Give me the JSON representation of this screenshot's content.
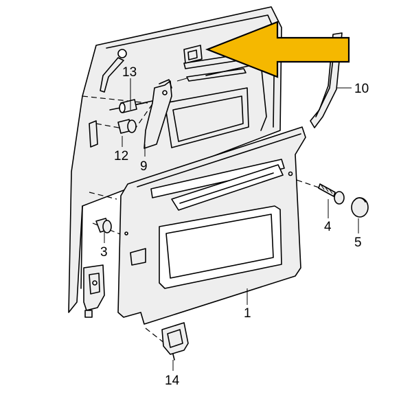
{
  "arrow_color": "#F5B800",
  "callouts": [
    {
      "id": "1",
      "text": "1"
    },
    {
      "id": "3",
      "text": "3"
    },
    {
      "id": "4",
      "text": "4"
    },
    {
      "id": "5",
      "text": "5"
    },
    {
      "id": "9",
      "text": "9"
    },
    {
      "id": "10",
      "text": "10"
    },
    {
      "id": "12",
      "text": "12"
    },
    {
      "id": "13",
      "text": "13"
    },
    {
      "id": "14",
      "text": "14"
    }
  ]
}
